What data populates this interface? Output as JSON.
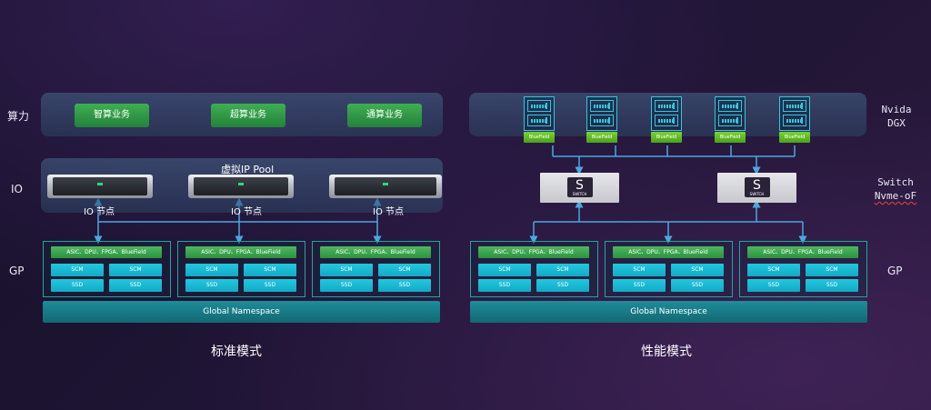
{
  "row_labels": {
    "compute": "算力",
    "io": "IO",
    "gp_left": "GP",
    "gp_right": "GP"
  },
  "right_labels": {
    "nvidia_line1": "Nvida",
    "nvidia_line2": "DGX",
    "switch_line1": "Switch",
    "switch_line2": "Nvme-oF"
  },
  "standard_mode": {
    "services": [
      "智算业务",
      "超算业务",
      "通算业务"
    ],
    "pool_title": "虚拟IP Pool",
    "node_label": "IO 节点",
    "gp_boxes": [
      {
        "top": "ASIC、DPU、FPGA、BlueField",
        "chips": [
          "SCM",
          "SCM",
          "SSD",
          "SSD"
        ]
      },
      {
        "top": "ASIC、DPU、FPGA、BlueField",
        "chips": [
          "SCM",
          "SCM",
          "SSD",
          "SSD"
        ]
      },
      {
        "top": "ASIC、DPU、FPGA、BlueField",
        "chips": [
          "SCM",
          "SCM",
          "SSD",
          "SSD"
        ]
      }
    ],
    "namespace": "Global Namespace",
    "caption": "标准模式"
  },
  "performance_mode": {
    "bluefield_label": "BlueField",
    "switch_word": "SWITCH",
    "switch_symbol": "S",
    "gp_boxes": [
      {
        "top": "ASIC、DPU、FPGA、BlueField",
        "chips": [
          "SCM",
          "SCM",
          "SSD",
          "SSD"
        ]
      },
      {
        "top": "ASIC、DPU、FPGA、BlueField",
        "chips": [
          "SCM",
          "SCM",
          "SSD",
          "SSD"
        ]
      },
      {
        "top": "ASIC、DPU、FPGA、BlueField",
        "chips": [
          "SCM",
          "SCM",
          "SSD",
          "SSD"
        ]
      }
    ],
    "namespace": "Global Namespace",
    "caption": "性能模式"
  },
  "colors": {
    "accent_green": "#2c9140",
    "accent_cyan": "#14a9c6",
    "connector_blue": "#4aa8e0",
    "bluefield_green": "#4aa21c"
  }
}
